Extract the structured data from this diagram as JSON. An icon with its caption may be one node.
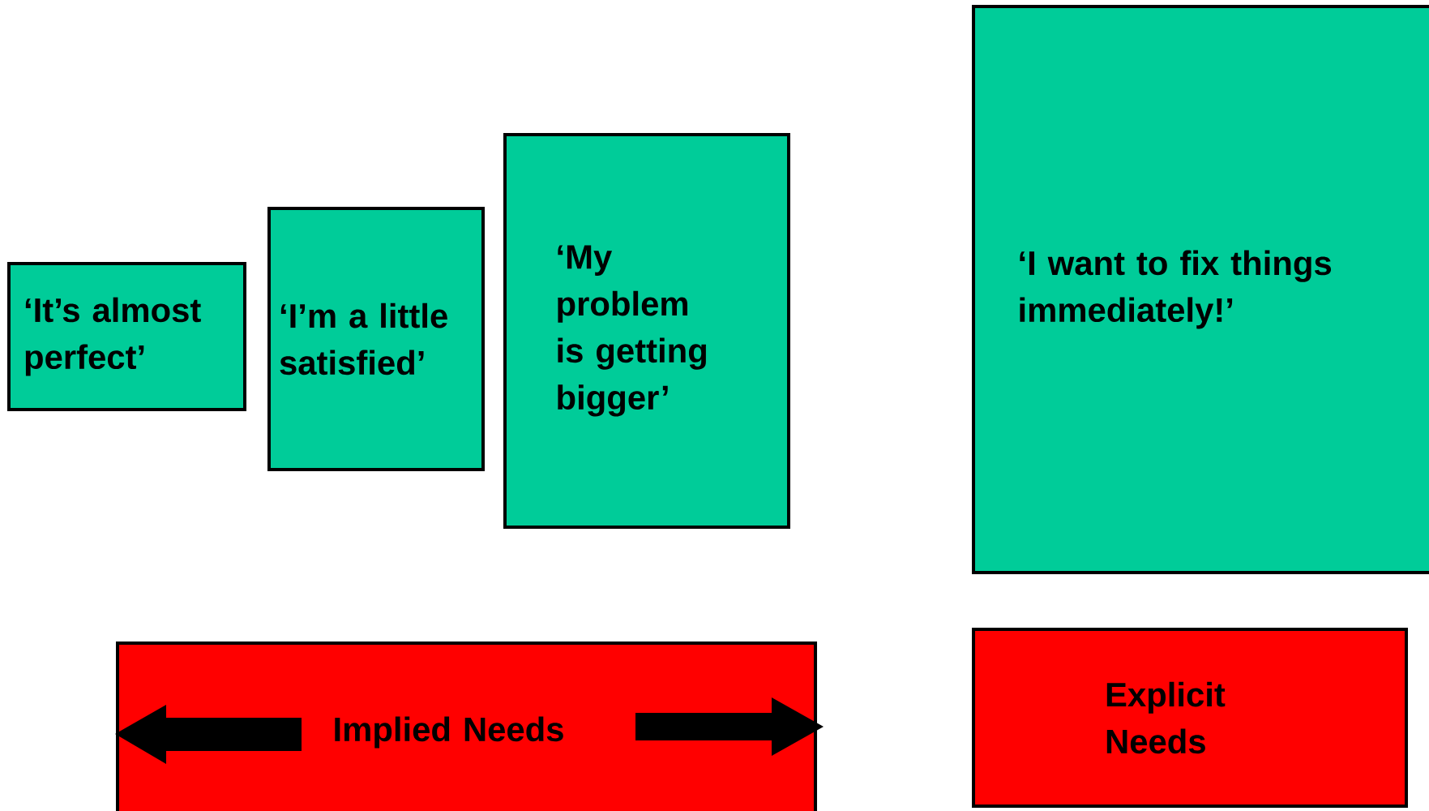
{
  "diagram": {
    "nodes": [
      {
        "text": [
          "‘It’s almost perfect’"
        ]
      },
      {
        "text": [
          "‘I’m a little satisfied’"
        ]
      },
      {
        "text": [
          "‘My problem is getting bigger’"
        ]
      },
      {
        "text": [
          "‘I want to fix things immediately!’"
        ]
      },
      {
        "text": [
          "Implied Needs"
        ]
      },
      {
        "text": [
          "Explicit Needs"
        ]
      }
    ]
  }
}
